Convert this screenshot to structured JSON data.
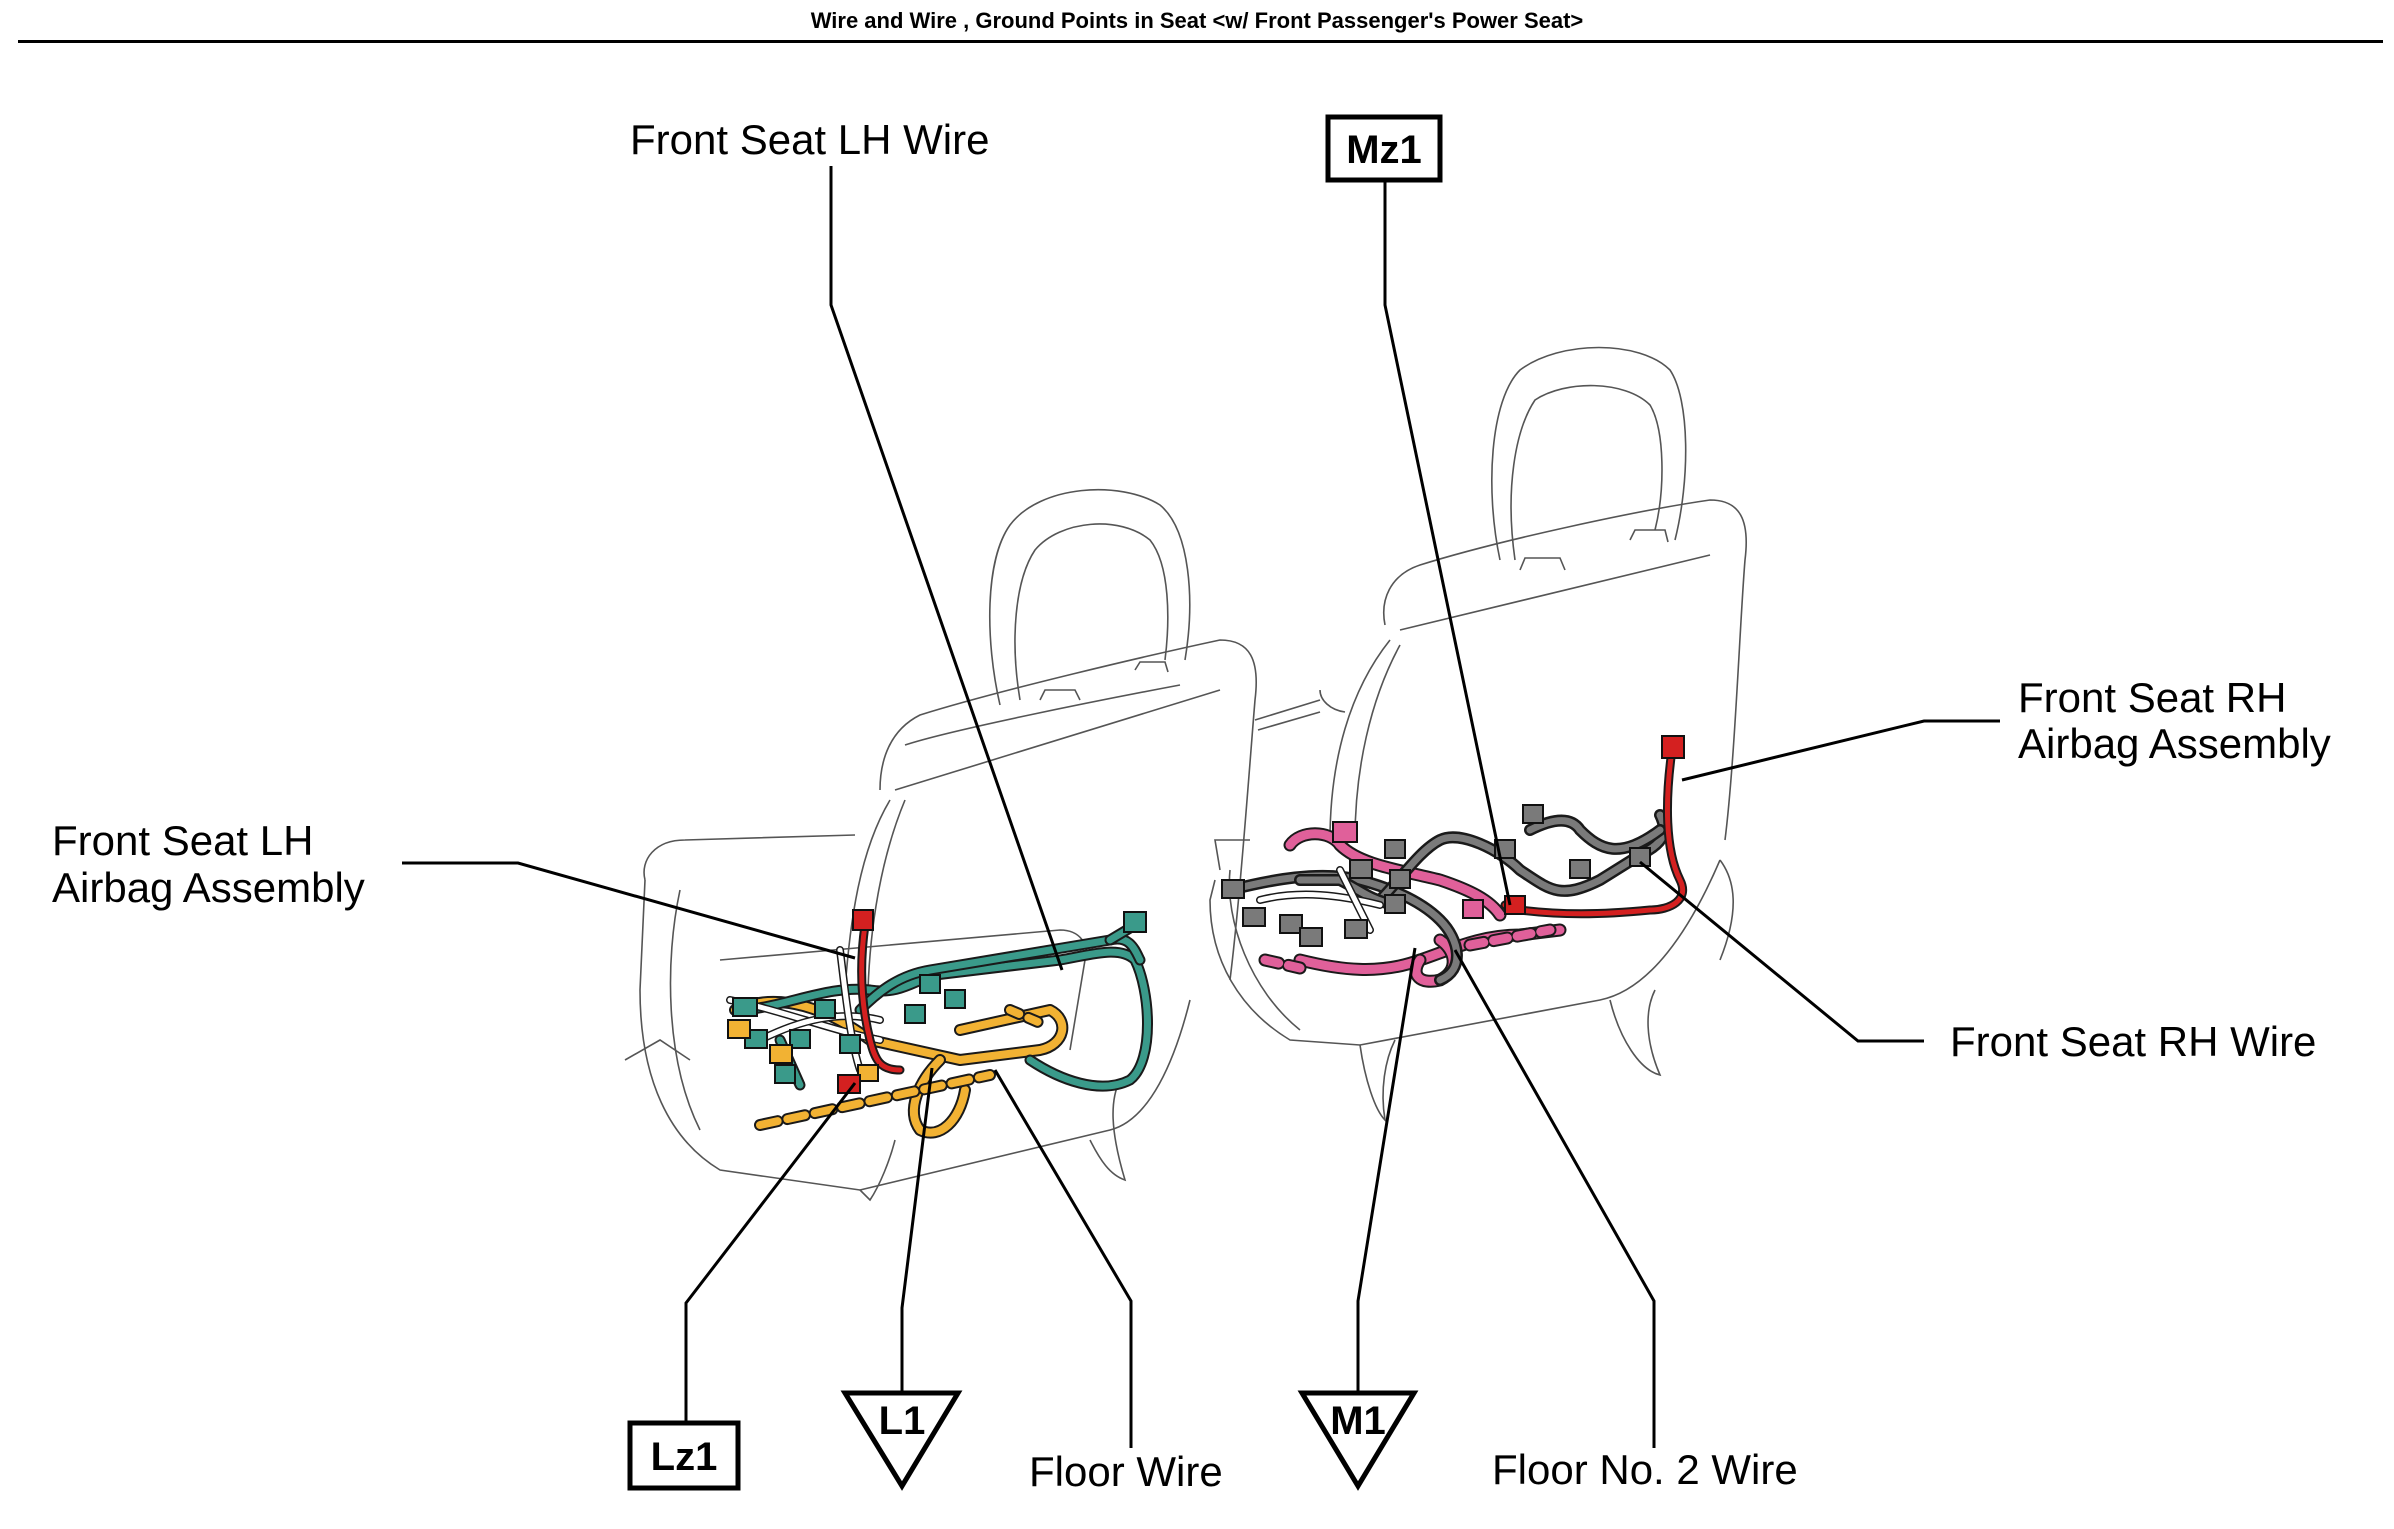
{
  "header": {
    "title": "Wire and Wire , Ground Points in Seat <w/ Front Passenger's Power Seat>"
  },
  "labels": {
    "front_seat_lh_wire": "Front Seat LH Wire",
    "front_seat_lh_airbag_line1": "Front Seat LH",
    "front_seat_lh_airbag_line2": "Airbag Assembly",
    "front_seat_rh_airbag_line1": "Front Seat RH",
    "front_seat_rh_airbag_line2": "Airbag Assembly",
    "front_seat_rh_wire": "Front Seat RH Wire",
    "floor_wire": "Floor Wire",
    "floor_no2_wire": "Floor No. 2 Wire"
  },
  "connector_boxes": {
    "mz1": "Mz1",
    "lz1": "Lz1"
  },
  "ground_points": {
    "l1": "L1",
    "m1": "M1"
  },
  "colors": {
    "teal_wire": "#3a9a8a",
    "orange_wire": "#f2b233",
    "red_connector": "#d42020",
    "pink_wire": "#e0609a",
    "gray_connector": "#7a7a7a"
  }
}
